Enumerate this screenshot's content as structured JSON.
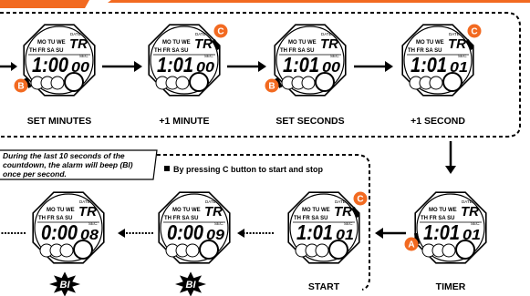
{
  "colors": {
    "accent": "#f26a21",
    "line": "#000000",
    "background": "#ffffff"
  },
  "top_row": [
    {
      "caption": "SET MINUTES",
      "week_top": "MO TU WE",
      "week_bottom": "TH FR SA SU",
      "date_label": "DATE",
      "date": "TR",
      "sec_label": "SEC.",
      "main": "1:00",
      "seconds": "00",
      "button": "B"
    },
    {
      "caption": "+1 MINUTE",
      "week_top": "MO TU WE",
      "week_bottom": "TH FR SA SU",
      "date_label": "DATE",
      "date": "TR",
      "sec_label": "SEC.",
      "main": "1:01",
      "seconds": "00",
      "button": "C"
    },
    {
      "caption": "SET SECONDS",
      "week_top": "MO TU WE",
      "week_bottom": "TH FR SA SU",
      "date_label": "DATE",
      "date": "TR",
      "sec_label": "SEC.",
      "main": "1:01",
      "seconds": "00",
      "button": "B"
    },
    {
      "caption": "+1 SECOND",
      "week_top": "MO TU WE",
      "week_bottom": "TH FR SA SU",
      "date_label": "DATE",
      "date": "TR",
      "sec_label": "SEC.",
      "main": "1:01",
      "seconds": "01",
      "button": "C"
    }
  ],
  "bottom_row": [
    {
      "caption": "",
      "week_top": "MO TU WE",
      "week_bottom": "TH FR SA SU",
      "date_label": "DATE",
      "date": "TR",
      "sec_label": "SEC.",
      "main": "0:00",
      "seconds": "08",
      "beep": "BI"
    },
    {
      "caption": "",
      "week_top": "MO TU WE",
      "week_bottom": "TH FR SA SU",
      "date_label": "DATE",
      "date": "TR",
      "sec_label": "SEC.",
      "main": "0:00",
      "seconds": "09",
      "beep": "BI"
    },
    {
      "caption": "START",
      "week_top": "MO TU WE",
      "week_bottom": "TH FR SA SU",
      "date_label": "DATE",
      "date": "TR",
      "sec_label": "SEC.",
      "main": "1:01",
      "seconds": "01",
      "button": "C"
    },
    {
      "caption": "TIMER",
      "week_top": "MO TU WE",
      "week_bottom": "TH FR SA SU",
      "date_label": "DATE",
      "date": "TR",
      "sec_label": "SEC.",
      "main": "1:01",
      "seconds": "01",
      "button": "A"
    }
  ],
  "note": {
    "line1": "During the last 10 seconds of the",
    "line2": "countdown, the alarm will beep (BI)",
    "line3": "once per second."
  },
  "press_note": "By pressing C button to start and stop"
}
